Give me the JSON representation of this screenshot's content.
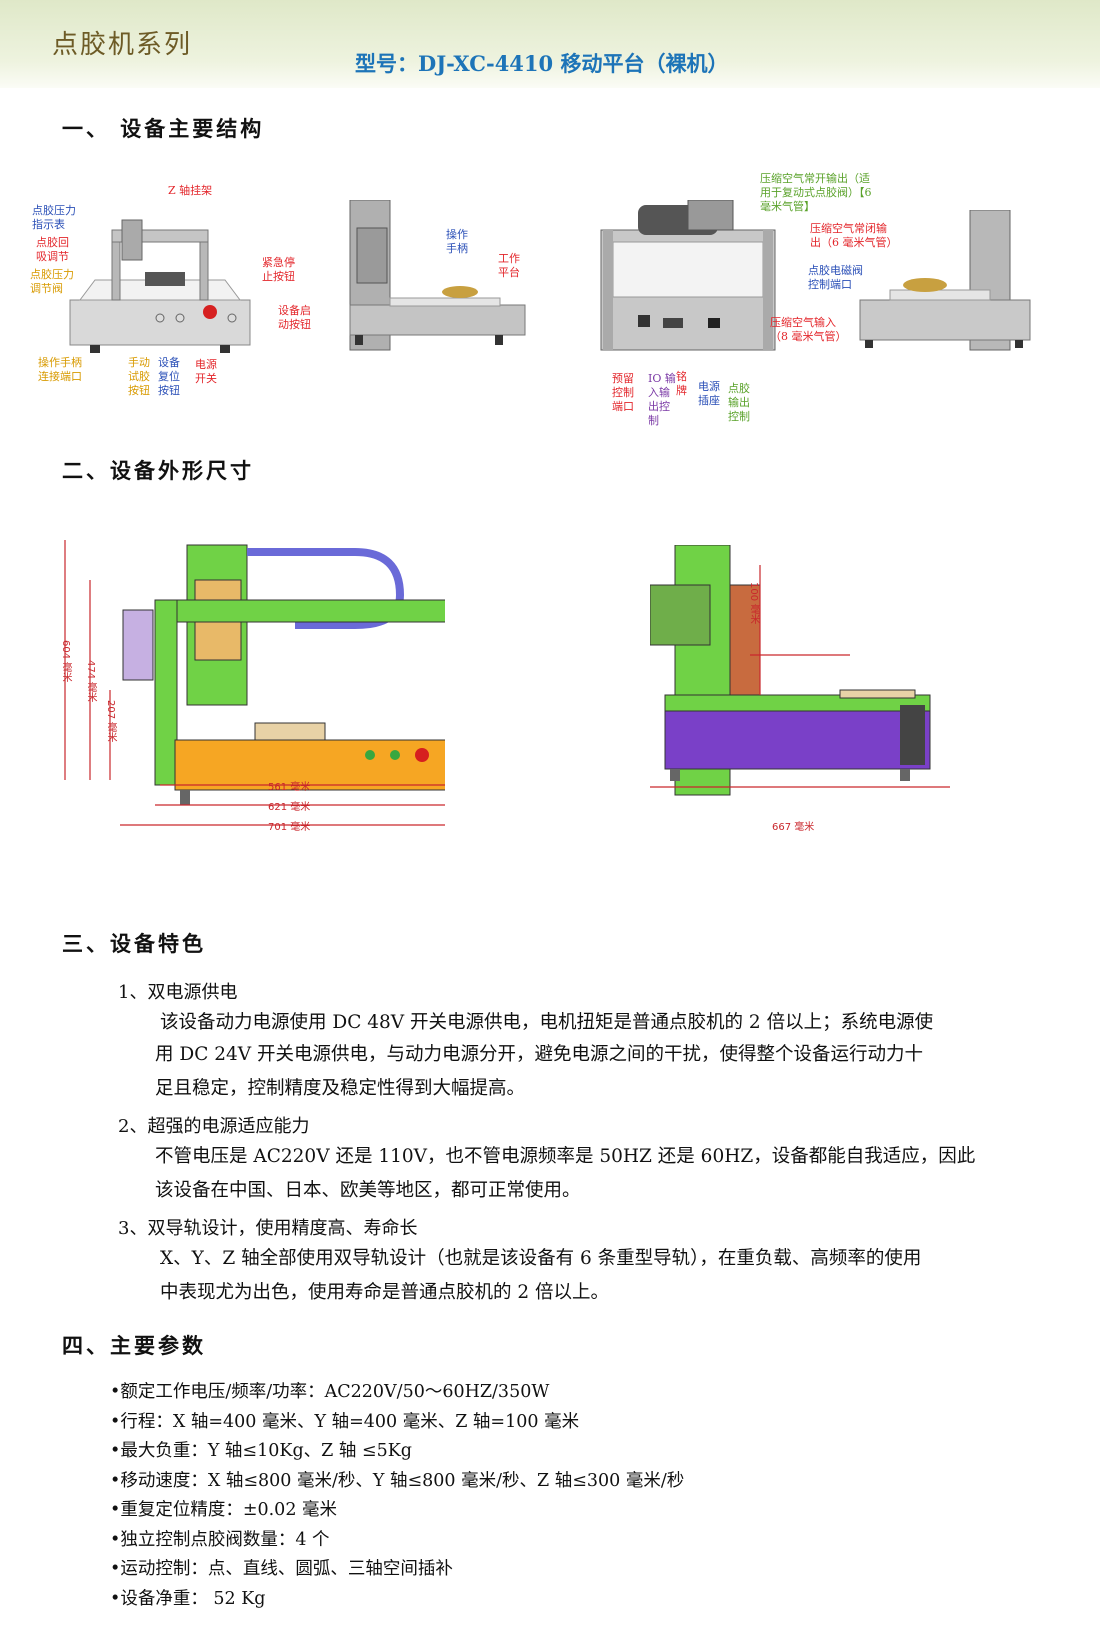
{
  "header": {
    "series": "点胶机系列",
    "model": "型号：DJ-XC-4410 移动平台（裸机）"
  },
  "section1": {
    "title": "一、 设备主要结构",
    "labels_left": {
      "z_mount": "Z 轴挂架",
      "pressure_gauge": "点胶压力\n指示表",
      "suckback": "点胶回\n吸调节",
      "pressure_valve": "点胶压力\n调节阀",
      "estop": "紧急停\n止按钮",
      "start_button": "设备启\n动按钮",
      "handle_port": "操作手柄\n连接端口",
      "manual_test": "手动\n试胶\n按钮",
      "reset": "设备\n复位\n按钮",
      "power_switch": "电源\n开关",
      "handle": "操作\n手柄",
      "worktable": "工作\n平台"
    },
    "labels_right": {
      "air_no": "压缩空气常开输出（适\n用于复动式点胶阀）【6\n毫米气管】",
      "air_nc": "压缩空气常闭输\n出（6 毫米气管）",
      "valve_port": "点胶电磁阀\n控制端口",
      "air_in": "压缩空气输入\n（8 毫米气管）",
      "reserved_port": "预留\n控制\n端口",
      "io": "IO 输\n入输\n出控\n制",
      "nameplate": "铭\n牌",
      "power_socket": "电源\n插座",
      "dispense_output": "点胶\n输出\n控制"
    }
  },
  "section2": {
    "title": "二、设备外形尺寸",
    "dims": {
      "h604": "604 毫米",
      "h474": "474 毫米",
      "h207": "207 毫米",
      "w561": "561 毫米",
      "w621": "621 毫米",
      "w701": "701 毫米",
      "h100": "100 毫米",
      "w667": "667 毫米"
    }
  },
  "section3": {
    "title": "三、设备特色",
    "items": [
      {
        "heading": "1、双电源供电",
        "lines": [
          "该设备动力电源使用 DC 48V 开关电源供电，电机扭矩是普通点胶机的 2 倍以上；系统电源使",
          "用 DC 24V 开关电源供电，与动力电源分开，避免电源之间的干扰，使得整个设备运行动力十",
          "足且稳定，控制精度及稳定性得到大幅提高。"
        ]
      },
      {
        "heading": "2、超强的电源适应能力",
        "lines": [
          "不管电压是 AC220V 还是 110V，也不管电源频率是 50HZ 还是 60HZ，设备都能自我适应，因此",
          "该设备在中国、日本、欧美等地区，都可正常使用。"
        ]
      },
      {
        "heading": "3、双导轨设计，使用精度高、寿命长",
        "lines": [
          "X、Y、Z 轴全部使用双导轨设计（也就是该设备有 6 条重型导轨），在重负载、高频率的使用",
          "中表现尤为出色，使用寿命是普通点胶机的 2 倍以上。"
        ]
      }
    ]
  },
  "section4": {
    "title": "四、主要参数",
    "params": [
      "•额定工作电压/频率/功率：AC220V/50～60HZ/350W",
      "•行程：X 轴=400 毫米、Y 轴=400 毫米、Z 轴=100 毫米",
      "•最大负重：Y 轴≤10Kg、Z 轴 ≤5Kg",
      "•移动速度：X 轴≤800 毫米/秒、Y 轴≤800 毫米/秒、Z 轴≤300 毫米/秒",
      "•重复定位精度：±0.02 毫米",
      "•独立控制点胶阀数量：4 个",
      "•运动控制：点、直线、圆弧、三轴空间插补",
      "•设备净重： 52 Kg"
    ]
  }
}
